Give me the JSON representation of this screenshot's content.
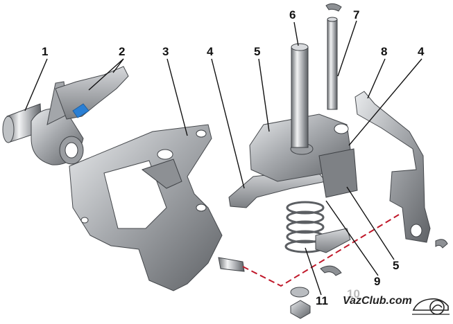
{
  "labels": [
    "1",
    "2",
    "3",
    "4",
    "5",
    "6",
    "7",
    "8",
    "4",
    "5",
    "9",
    "10",
    "11"
  ],
  "watermark": "VazClub.com",
  "colors": {
    "metal_dark": "#5a5d61",
    "metal_mid": "#8e9196",
    "metal_light": "#c9cbce",
    "highlight": "#eef0f2",
    "leader": "#111111",
    "axis_dash": "#c0182a",
    "accent_blue": "#2a7fd4"
  }
}
